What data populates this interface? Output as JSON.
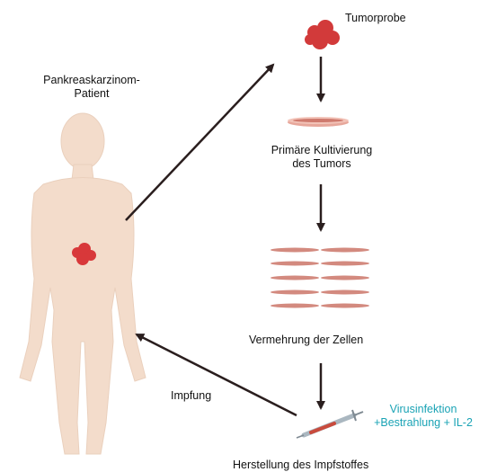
{
  "diagram": {
    "patient_label": "Pankreaskarzinom-\nPatient",
    "tumor_sample_label": "Tumorprobe",
    "primary_culture_label_1": "Primäre Kultivierung",
    "primary_culture_label_2": "des Tumors",
    "expansion_label": "Vermehrung der Zellen",
    "vaccination_label": "Impfung",
    "treatment_label_1": "Virusinfektion",
    "treatment_label_2": "+Bestrahlung + IL-2",
    "vaccine_production_label": "Herstellung des Impfstoffes"
  },
  "colors": {
    "body": "#f3dccb",
    "tumor": "#d8383a",
    "cells": "#cf7a6e",
    "arrow": "#2a1e1e",
    "accent": "#1aa3b5"
  }
}
